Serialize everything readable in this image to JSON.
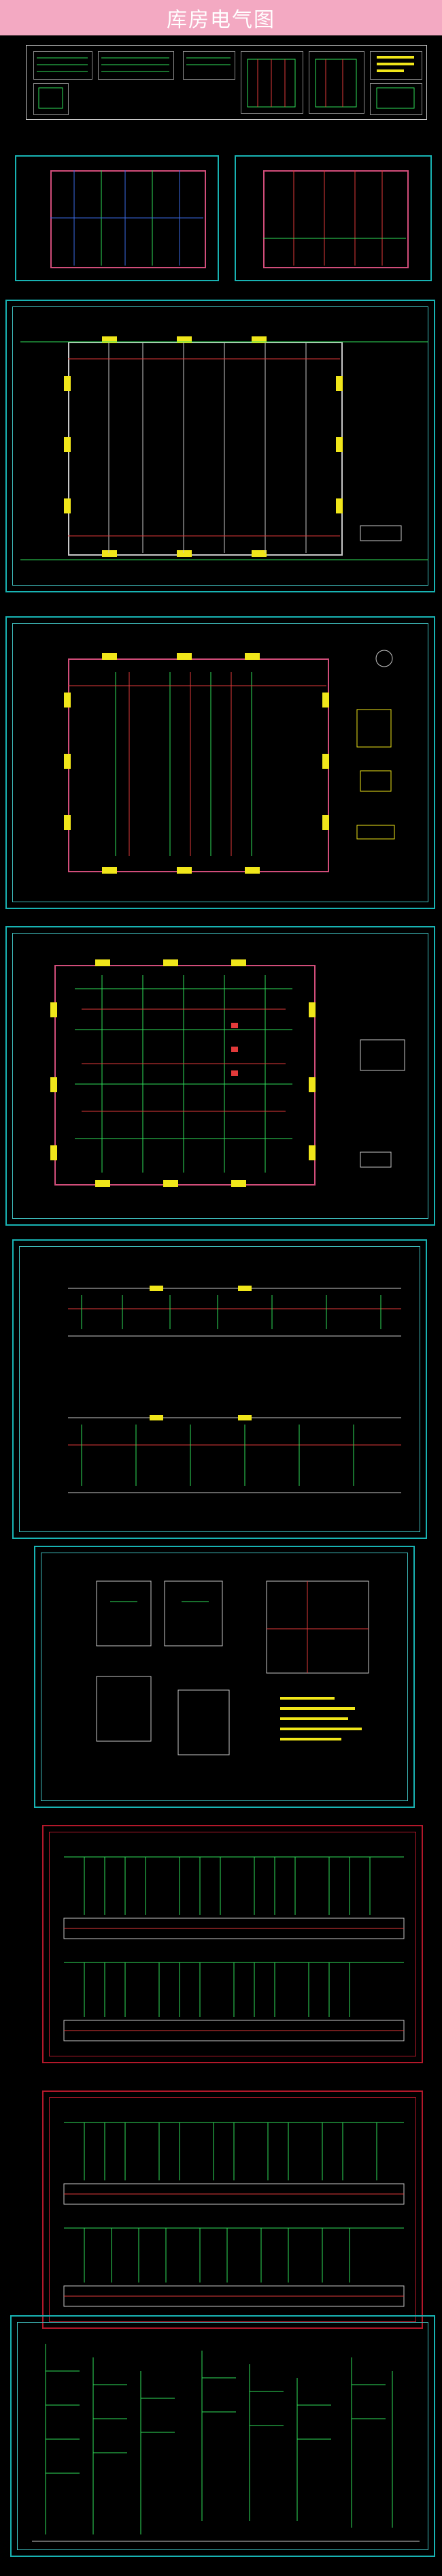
{
  "header": {
    "title": "库房电气图"
  },
  "colors": {
    "background": "#000000",
    "header": "#f3a9c2",
    "frame_cyan": "#18b3b3",
    "frame_red": "#b3182a",
    "wall": "#d14d7a",
    "column": "#f0e61a",
    "wire_green": "#2fe05a",
    "wire_red": "#e23a3a"
  },
  "sheets": [
    {
      "name": "cover-sheets"
    },
    {
      "name": "floor-plans-pair"
    },
    {
      "name": "lighting-plan"
    },
    {
      "name": "power-plan"
    },
    {
      "name": "detailed-power-plan"
    },
    {
      "name": "sections"
    },
    {
      "name": "details"
    },
    {
      "name": "distribution-system-1"
    },
    {
      "name": "distribution-system-2"
    },
    {
      "name": "riser-diagram"
    }
  ]
}
